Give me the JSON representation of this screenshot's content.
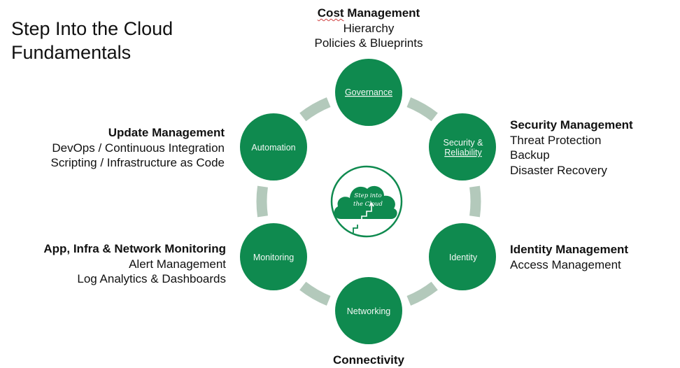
{
  "title": {
    "line1": "Step Into the Cloud",
    "line2": "Fundamentals"
  },
  "colors": {
    "node_fill": "#0f8a4f",
    "ring": "#b3c9bb",
    "text": "#111111"
  },
  "center_logo": {
    "icon": "cloud-stairs-icon",
    "line1": "Step into",
    "line2": "the Cloud"
  },
  "nodes": [
    {
      "id": "governance",
      "label": "Governance"
    },
    {
      "id": "security",
      "label_line1": "Security &",
      "label_line2": "Reliability"
    },
    {
      "id": "identity",
      "label": "Identity"
    },
    {
      "id": "networking",
      "label": "Networking"
    },
    {
      "id": "monitoring",
      "label": "Monitoring"
    },
    {
      "id": "automation",
      "label": "Automation"
    }
  ],
  "annotations": {
    "governance": {
      "head": "Cost Management",
      "items": [
        "Hierarchy",
        "Policies & Blueprints"
      ]
    },
    "security": {
      "head": "Security Management",
      "items": [
        "Threat Protection",
        "Backup",
        "Disaster Recovery"
      ]
    },
    "identity": {
      "head": "Identity Management",
      "items": [
        "Access Management"
      ]
    },
    "networking": {
      "head": "Connectivity",
      "items": []
    },
    "monitoring": {
      "head": "App, Infra & Network Monitoring",
      "items": [
        "Alert Management",
        "Log Analytics & Dashboards"
      ]
    },
    "automation": {
      "head": "Update Management",
      "items": [
        "DevOps / Continuous Integration",
        "Scripting / Infrastructure as Code"
      ]
    }
  }
}
